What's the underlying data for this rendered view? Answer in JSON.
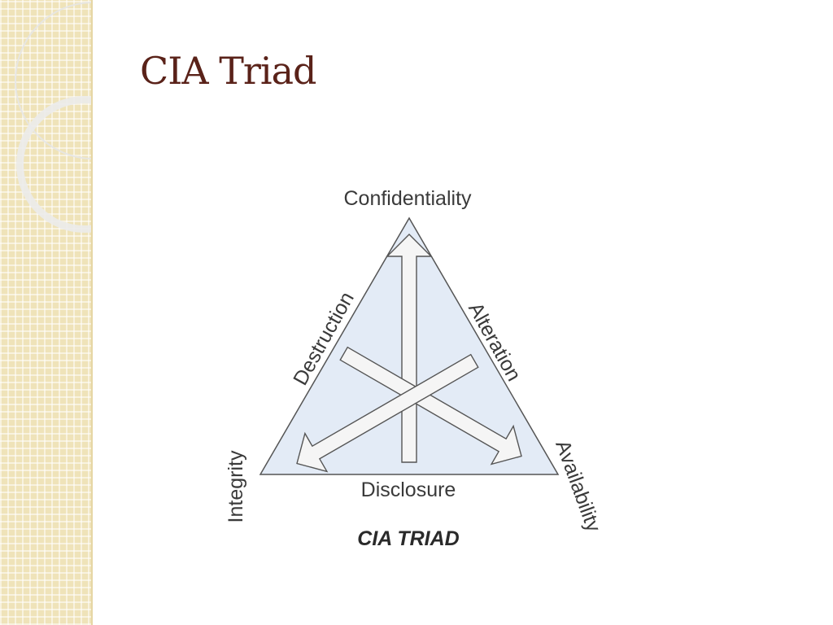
{
  "slide": {
    "title": "CIA Triad"
  },
  "diagram": {
    "vertices": {
      "top": "Confidentiality",
      "left": "Integrity",
      "right": "Availability"
    },
    "edges": {
      "left": "Destruction",
      "right": "Alteration",
      "bottom": "Disclosure"
    },
    "caption": "CIA TRIAD",
    "colors": {
      "triangle_fill": "#e3ebf6",
      "stroke": "#555555",
      "arrow_fill": "#f5f5f5"
    }
  }
}
